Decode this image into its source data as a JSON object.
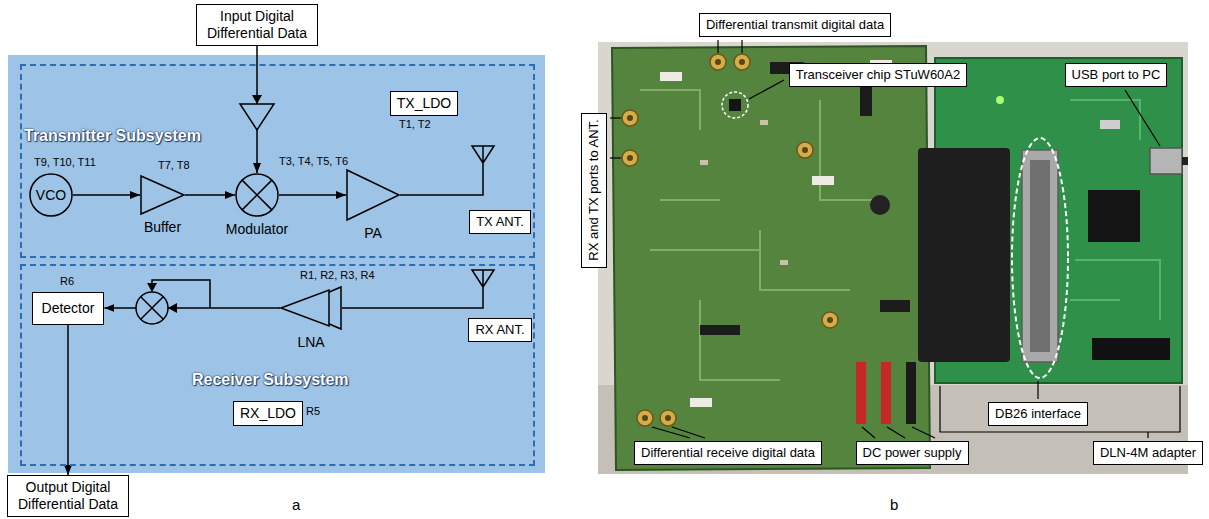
{
  "diagram": {
    "nodes": [
      {
        "text": [
          "Input Digital Differential Data"
        ]
      },
      {
        "text": [
          "Transmitter Subsystem"
        ]
      },
      {
        "text": [
          "TX_LDO"
        ],
        "in": 1
      },
      {
        "text": [
          "VCO"
        ],
        "in": 1
      },
      {
        "text": [
          "Buffer"
        ],
        "in": 1
      },
      {
        "text": [
          "Modulator"
        ],
        "in": 1
      },
      {
        "text": [
          "PA"
        ],
        "in": 1
      },
      {
        "text": [
          "TX ANT."
        ],
        "in": 1
      },
      {
        "text": [
          "Receiver Subsystem"
        ]
      },
      {
        "text": [
          "Detector"
        ],
        "in": 8
      },
      {
        "text": [
          "LNA"
        ],
        "in": 8
      },
      {
        "text": [
          "RX_LDO"
        ],
        "in": 8
      },
      {
        "text": [
          "RX ANT."
        ],
        "in": 8
      },
      {
        "text": [
          "Output Digital Differential Data"
        ]
      },
      {
        "text": [
          "Differential transmit digital data"
        ]
      },
      {
        "text": [
          "Transceiver chip STuW60A2"
        ]
      },
      {
        "text": [
          "USB port to PC"
        ]
      },
      {
        "text": [
          "RX and TX ports to ANT."
        ]
      },
      {
        "text": [
          "DB26 interface"
        ]
      },
      {
        "text": [
          "Differential receive digital data"
        ]
      },
      {
        "text": [
          "DC power supply"
        ]
      },
      {
        "text": [
          "DLN-4M adapter"
        ]
      }
    ],
    "edges": [
      {
        "from": 0,
        "to": 5,
        "arrow": "to"
      },
      {
        "from": 3,
        "to": 4,
        "arrow": "to"
      },
      {
        "from": 4,
        "to": 5,
        "arrow": "to"
      },
      {
        "from": 5,
        "to": 6,
        "arrow": "to"
      },
      {
        "from": 10,
        "to": 9,
        "arrow": "to"
      },
      {
        "from": 9,
        "to": 13,
        "arrow": "to"
      }
    ],
    "labels": [
      "T9, T10, T11",
      "T7, T8",
      "T3, T4, T5, T6",
      "T1, T2",
      "R1, R2, R3, R4",
      "R6",
      "R5",
      "a",
      "b"
    ]
  }
}
